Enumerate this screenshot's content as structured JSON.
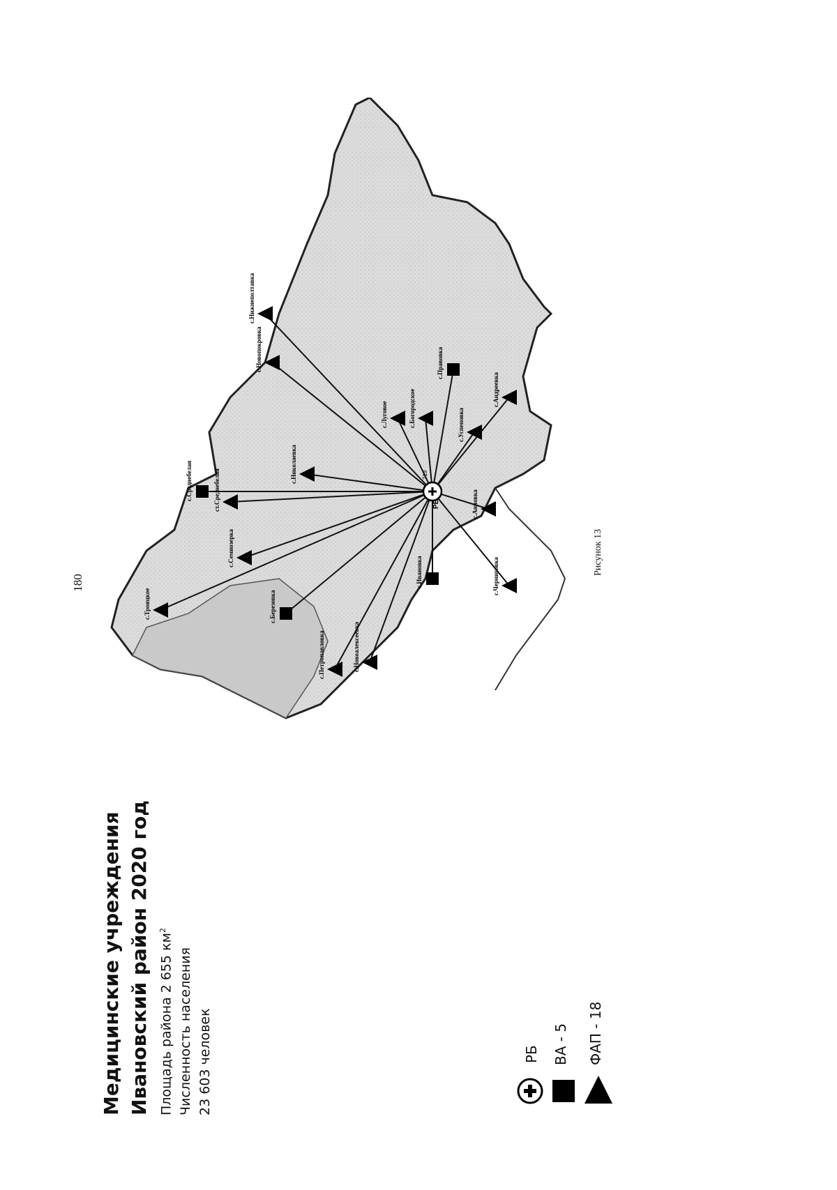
{
  "page": {
    "number": "180",
    "caption": "Рисунок 13"
  },
  "info": {
    "title_line1": "Медицинские учреждения",
    "title_line2": "Ивановский район 2020 год",
    "area_prefix": "Площадь района 2 655 км",
    "area_sup": "2",
    "population_label": "Численность населения",
    "population_value": "23 603 человек"
  },
  "legend": {
    "items": [
      {
        "icon": "hospital-cross-icon",
        "label": "РБ"
      },
      {
        "icon": "square-icon",
        "label": "ВА - 5"
      },
      {
        "icon": "triangle-icon",
        "label": "ФАП - 18"
      }
    ]
  },
  "map": {
    "hub_label": "РБ",
    "hub_code": "719",
    "places": [
      "с.Троицкое",
      "с.Среднебелая",
      "ст.Среднебелая",
      "с.Семиозерка",
      "с.Березовка",
      "с.Петропавловка",
      "с.Николаевка",
      "с.Новоалексеевка",
      "с.Новопокровка",
      "с.Нижнеполтавка",
      "с.Луговое",
      "с.Богородское",
      "с.Анновка",
      "с.Черниговка",
      "с.Успеновка",
      "с.Андреевка",
      "с.Правовка",
      "с.Ивановка"
    ],
    "colors": {
      "land": "#d9d9d9",
      "border": "#222222",
      "lines": "#111111"
    }
  }
}
